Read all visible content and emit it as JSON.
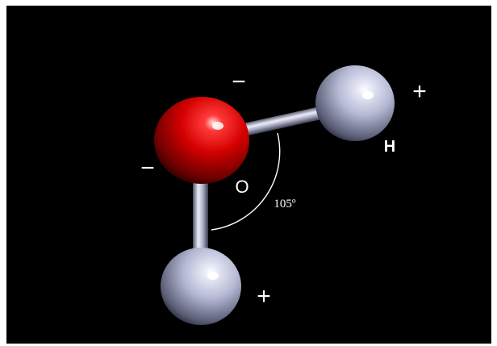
{
  "molecule": {
    "atoms": [
      {
        "id": "oxygen",
        "label": "O",
        "charge": "−",
        "charge_second": "−",
        "color": "#d40000"
      },
      {
        "id": "hydrogen-right",
        "label": "H",
        "charge": "+",
        "color": "#b4b8d2"
      },
      {
        "id": "hydrogen-bottom",
        "label": "",
        "charge": "+",
        "color": "#b4b8d2"
      }
    ],
    "bonds": [
      {
        "from": "oxygen",
        "to": "hydrogen-right",
        "color": "#a9adc6"
      },
      {
        "from": "oxygen",
        "to": "hydrogen-bottom",
        "color": "#a9adc6"
      }
    ],
    "bond_angle": {
      "value": 105,
      "text": "105º"
    }
  },
  "colors": {
    "background": "#000000",
    "annotation": "#ffffff"
  }
}
